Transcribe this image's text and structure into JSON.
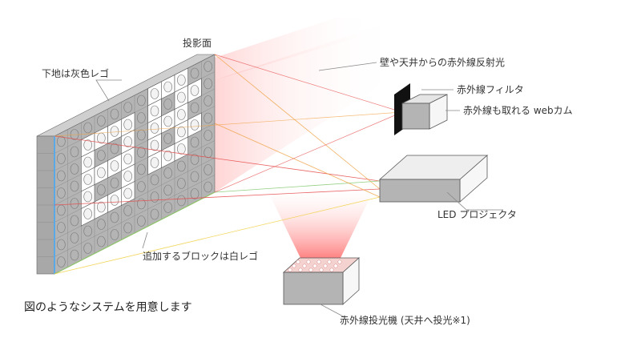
{
  "labels": {
    "projection_surface": "投影面",
    "ir_reflection": "壁や天井からの赤外線反射光",
    "ir_filter": "赤外線フィルタ",
    "ir_webcam": "赤外線も取れる webカム",
    "base_lego": "下地は灰色レゴ",
    "led_projector": "LED プロジェクタ",
    "added_blocks": "追加するブロックは白レゴ",
    "ir_projector": "赤外線投光機 (天井へ投光※1)"
  },
  "caption": "図のようなシステムを用意します",
  "colors": {
    "block_gray": "#b4b4b4",
    "block_white": "#ffffff",
    "outline": "#555555",
    "ir_glow": "#ff5a5a",
    "filter_black": "#111111"
  }
}
